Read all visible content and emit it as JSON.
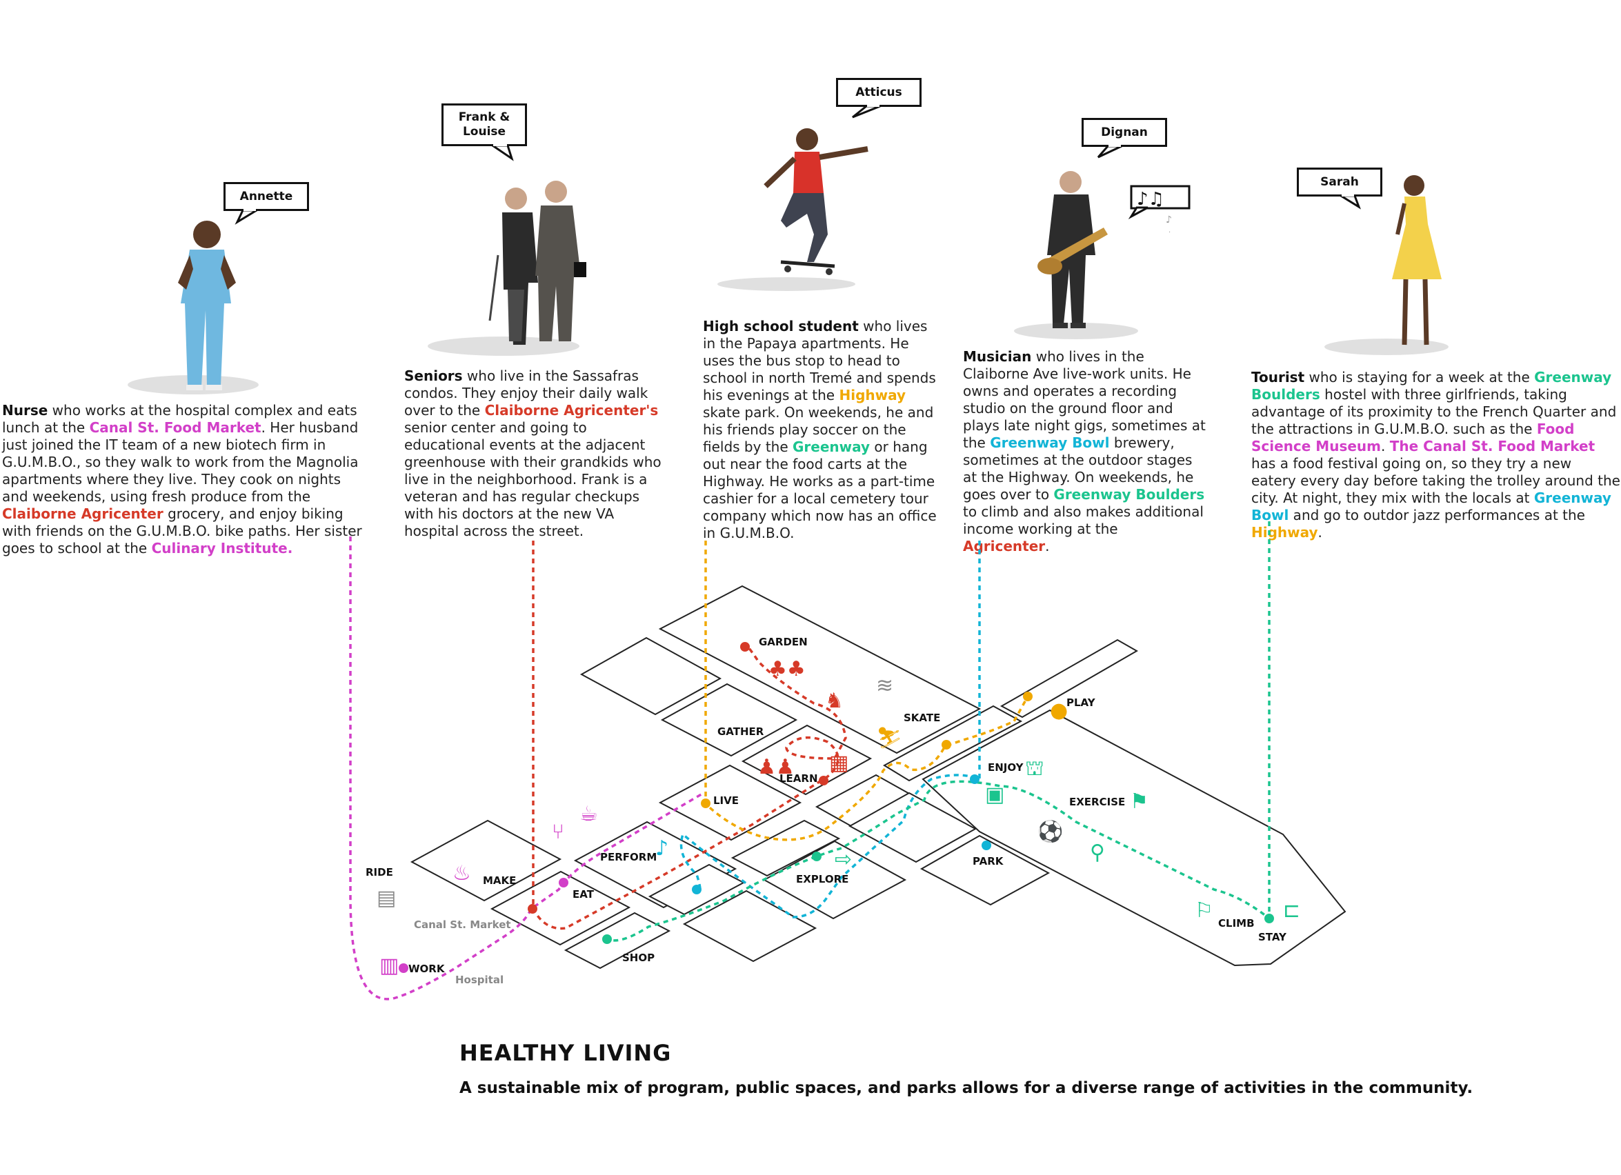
{
  "characters": [
    {
      "name": "Annette",
      "role": "Nurse",
      "desc": [
        " who works at the hospital complex and eats lunch at the ",
        {
          "t": "Canal St. Food Market",
          "c": "pk"
        },
        ". Her husband just joined the IT team of a new biotech firm in G.U.M.B.O., so they walk to work from the Magnolia apartments where they live. They cook on nights and weekends, using fresh produce from the ",
        {
          "t": "Claiborne Agricenter",
          "c": "rd"
        },
        " grocery, and enjoy biking with friends on the G.U.M.B.O. bike paths. Her sister goes to school at the ",
        {
          "t": "Culinary Institute.",
          "c": "pk"
        }
      ]
    },
    {
      "name": "Frank & Louise",
      "role": "Seniors",
      "desc": [
        " who live in the Sassafras condos. They enjoy their daily walk over to the ",
        {
          "t": "Claiborne Agricenter's",
          "c": "rd"
        },
        " senior center and going to educational events at the adjacent greenhouse with their grandkids who live in the neighborhood. Frank is a veteran and has regular checkups with his doctors at the new VA hospital across the street."
      ]
    },
    {
      "name": "Atticus",
      "role": "High school student",
      "desc": [
        " who lives in the Papaya apartments. He uses the bus stop to head to school in north Tremé and spends his evenings at the ",
        {
          "t": "Highway",
          "c": "yl"
        },
        " skate park. On weekends, he and his friends play soccer on the fields by the ",
        {
          "t": "Greenway",
          "c": "gn"
        },
        " or hang out near the food carts at the Highway. He works as a part-time cashier for a local cemetery tour company which now has an office in G.U.M.B.O."
      ]
    },
    {
      "name": "Dignan",
      "role": "Musician",
      "desc": [
        " who lives in the Claiborne Ave live-work units. He owns and operates a recording studio on the ground floor and plays late night gigs, sometimes at the ",
        {
          "t": "Greenway Bowl",
          "c": "cy"
        },
        " brewery, sometimes at the outdoor stages at the Highway. On weekends, he goes over to ",
        {
          "t": "Greenway Boulders",
          "c": "gn"
        },
        " to climb and also makes additional income working at the ",
        {
          "t": "Agricenter",
          "c": "rd"
        },
        "."
      ]
    },
    {
      "name": "Sarah",
      "role": "Tourist",
      "desc": [
        " who is staying for a week at the ",
        {
          "t": "Greenway Boulders",
          "c": "gn"
        },
        " hostel with three girlfriends, taking advantage of its proximity to the French Quarter and the attractions in G.U.M.B.O. such as the ",
        {
          "t": "Food Science Museum",
          "c": "pk"
        },
        ". ",
        {
          "t": "The Canal St. Food Market",
          "c": "pk"
        },
        " has a food festival going on, so they try a new eatery every day before taking the trolley around the city. At night, they mix with the locals at ",
        {
          "t": "Greenway Bowl",
          "c": "cy"
        },
        " and go to outdor jazz performances at the ",
        {
          "t": "Highway",
          "c": "yl"
        },
        "."
      ]
    }
  ],
  "map_labels": {
    "garden": "GARDEN",
    "gather": "GATHER",
    "learn": "LEARN",
    "skate": "SKATE",
    "play": "PLAY",
    "live": "LIVE",
    "enjoy": "ENJOY",
    "exercise": "EXERCISE",
    "perform": "PERFORM",
    "explore": "EXPLORE",
    "park": "PARK",
    "make": "MAKE",
    "eat": "EAT",
    "ride": "RIDE",
    "shop": "SHOP",
    "work": "WORK",
    "climb": "CLIMB",
    "stay": "STAY",
    "canal_st_market": "Canal St. Market",
    "hospital": "Hospital"
  },
  "colors": {
    "pink": "#d23fc8",
    "red": "#d63a28",
    "yellow": "#f0a800",
    "green": "#1bc48e",
    "cyan": "#12b4d6",
    "gray": "#8a8a8a"
  },
  "footer": {
    "title": "HEALTHY LIVING",
    "subtitle": "A sustainable mix of program, public spaces, and parks allows for a diverse range of activities in the community."
  }
}
